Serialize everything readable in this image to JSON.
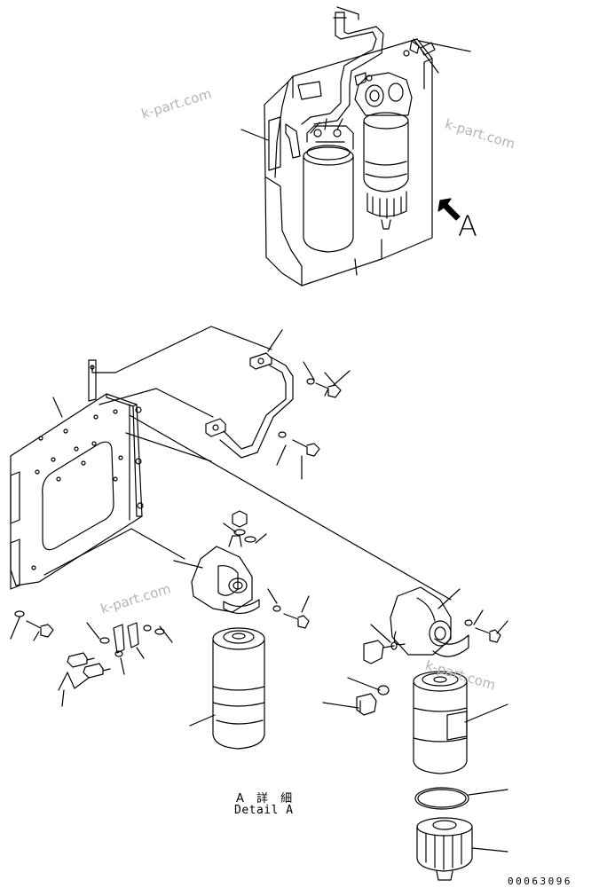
{
  "watermark": "k-part.com",
  "view_label": "A",
  "detail_label_jp": "A 詳 細",
  "detail_label_en": "Detail A",
  "drawing_number": "00063096",
  "line_color": "#000000",
  "watermark_color": "#b4b4b4"
}
